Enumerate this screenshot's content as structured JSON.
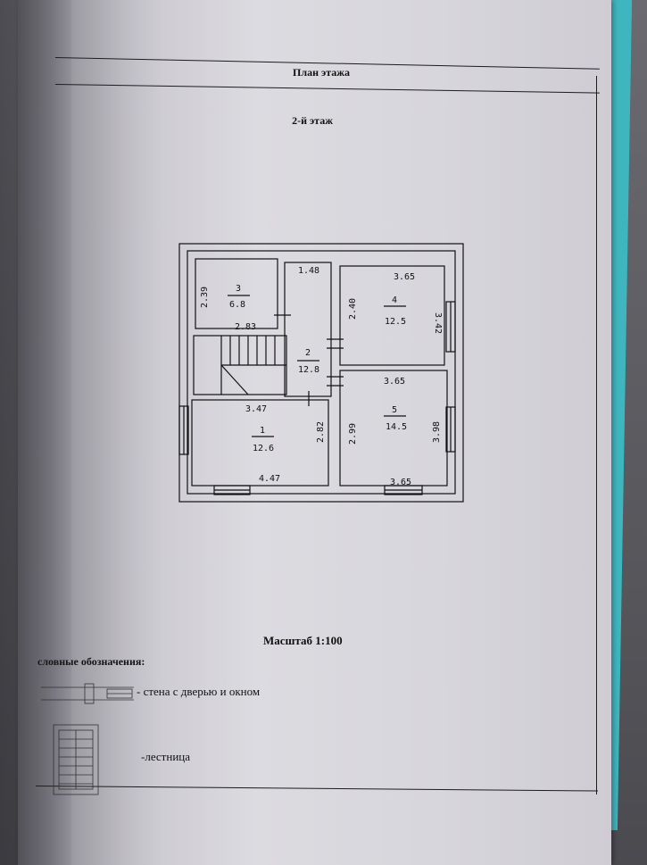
{
  "sheet": {
    "title": "План этажа",
    "floor": "2-й этаж",
    "scale": "Масштаб 1:100"
  },
  "rooms": [
    {
      "number": "1",
      "area": "12.6"
    },
    {
      "number": "2",
      "area": "12.8"
    },
    {
      "number": "3",
      "area": "6.8"
    },
    {
      "number": "4",
      "area": "12.5"
    },
    {
      "number": "5",
      "area": "14.5"
    }
  ],
  "dimensions": {
    "room3_height": "2.39",
    "room3_width": "2.83",
    "room2_width": "1.48",
    "room4_height": "2.40",
    "room4_width": "3.65",
    "room4_side": "3.42",
    "room5_width": "3.65",
    "room5_left": "2.99",
    "room5_right": "3.98",
    "room5_bottom": "3.65",
    "room1_width": "3.47",
    "room1_height": "2.82",
    "room1_bottom": "4.47"
  },
  "legend": {
    "title": "словные обозначения:",
    "wall_door_window": "- стена с дверью и окном",
    "stairs": "-лестница"
  }
}
